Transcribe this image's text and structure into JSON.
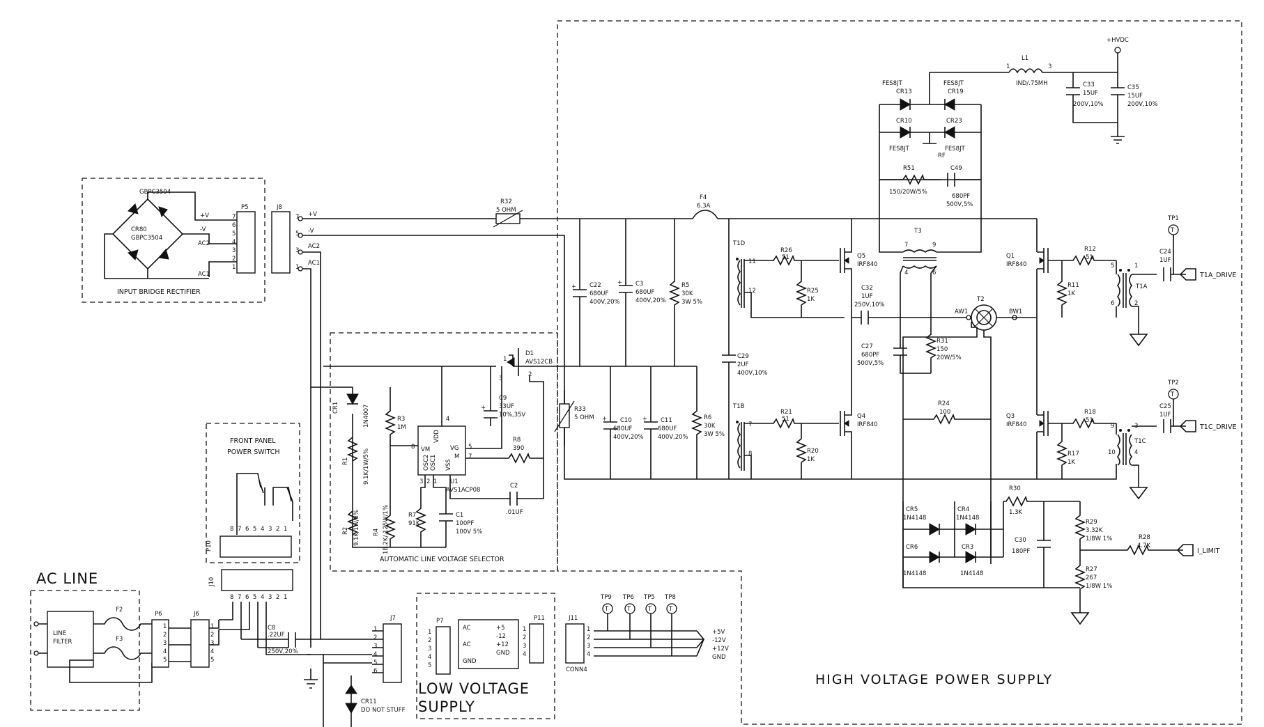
{
  "blocks": {
    "input_bridge": "INPUT BRIDGE RECTIFIER",
    "front_panel_line1": "FRONT PANEL",
    "front_panel_line2": "POWER SWITCH",
    "auto_selector": "AUTOMATIC LINE VOLTAGE SELECTOR",
    "ac_line": "AC LINE",
    "low_voltage_line1": "LOW VOLTAGE",
    "low_voltage_line2": "SUPPLY",
    "hv_supply": "HIGH VOLTAGE POWER SUPPLY"
  },
  "bridge": {
    "part_top": "GBPC3504",
    "ref": "CR80",
    "part_mid": "GBPC3504"
  },
  "p5": {
    "ref": "P5",
    "pins": [
      "7",
      "6",
      "5",
      "4",
      "3",
      "2",
      "1"
    ],
    "labels": [
      "+V",
      "-V",
      "AC2",
      "AC1"
    ]
  },
  "j8": {
    "ref": "J8",
    "pins": [
      "7",
      "5",
      "3",
      "1"
    ],
    "labels": [
      "+V",
      "-V",
      "AC2",
      "AC1"
    ]
  },
  "r32": {
    "ref": "R32",
    "value": "5 OHM"
  },
  "f4": {
    "ref": "F4",
    "value": "6.3A"
  },
  "c22": {
    "ref": "C22",
    "v1": "680UF",
    "v2": "400V,20%"
  },
  "c3": {
    "ref": "C3",
    "v1": "680UF",
    "v2": "400V,20%"
  },
  "r5": {
    "ref": "R5",
    "v1": "30K",
    "v2": "3W 5%"
  },
  "c10": {
    "ref": "C10",
    "v1": "680UF",
    "v2": "400V,20%"
  },
  "c11": {
    "ref": "C11",
    "v1": "680UF",
    "v2": "400V,20%"
  },
  "r6": {
    "ref": "R6",
    "v1": "30K",
    "v2": "3W 5%"
  },
  "r33": {
    "ref": "R33",
    "value": "5 OHM"
  },
  "d1": {
    "ref": "D1",
    "part": "AVS12CB",
    "pin1": "1",
    "pin2": "2",
    "pin3": "3"
  },
  "cr1": {
    "ref": "CR1",
    "part": "1N4007"
  },
  "r1": {
    "ref": "R1",
    "value": "9.1K/1W/5%"
  },
  "r2": {
    "ref": "R2",
    "value": "9.1K/1W/5%"
  },
  "r3": {
    "ref": "R3",
    "value": "1M"
  },
  "r4": {
    "ref": "R4",
    "value": "18.2K/.125W/1%"
  },
  "u1": {
    "ref": "U1",
    "part": "AVS1ACP08",
    "vdd": "VDD",
    "vm": "VM",
    "vg": "VG",
    "m": "M",
    "osc2": "OSC2",
    "osc1": "OSC1",
    "vss": "VSS",
    "p8": "8",
    "p4": "4",
    "p5": "5",
    "p7": "7",
    "p3": "3",
    "p2": "2",
    "p1": "1"
  },
  "c9": {
    "ref": "C9",
    "v1": "33UF",
    "v2": "10%,35V"
  },
  "r8": {
    "ref": "R8",
    "value": "390"
  },
  "c2": {
    "ref": "C2",
    "value": ".01UF"
  },
  "r7": {
    "ref": "R7",
    "value": "91K"
  },
  "c1": {
    "ref": "C1",
    "v1": "100PF",
    "v2": "100V 5%"
  },
  "c29": {
    "ref": "C29",
    "v1": "2UF",
    "v2": "400V,10%"
  },
  "t1d": {
    "ref": "T1D",
    "p11": "11",
    "p12": "12"
  },
  "t1b": {
    "ref": "T1B",
    "p7": "7",
    "p8": "8"
  },
  "r26": {
    "ref": "R26",
    "value": "51"
  },
  "r25": {
    "ref": "R25",
    "value": "1K"
  },
  "r21": {
    "ref": "R21",
    "value": "51"
  },
  "r20": {
    "ref": "R20",
    "value": "1K"
  },
  "q5": {
    "ref": "Q5",
    "part": "IRF840"
  },
  "q4": {
    "ref": "Q4",
    "part": "IRF840"
  },
  "c32": {
    "ref": "C32",
    "v1": "1UF",
    "v2": "250V,10%"
  },
  "c27": {
    "ref": "C27",
    "v1": "680PF",
    "v2": "500V,5%"
  },
  "r31": {
    "ref": "R31",
    "v1": "150",
    "v2": "20W/5%"
  },
  "t3": {
    "ref": "T3",
    "p7": "7",
    "p9": "9",
    "p4": "4",
    "p6": "6"
  },
  "t2": {
    "ref": "T2",
    "aw1": "AW1",
    "bw1": "BW1"
  },
  "r24": {
    "ref": "R24",
    "value": "100"
  },
  "cr13": {
    "part": "FES8JT",
    "ref": "CR13"
  },
  "cr19": {
    "part": "FES8JT",
    "ref": "CR19"
  },
  "cr10": {
    "ref": "CR10",
    "part": "FES8JT"
  },
  "cr23": {
    "ref": "CR23",
    "part": "FES8JT"
  },
  "rf": "RF",
  "r51": {
    "ref": "R51",
    "value": "150/20W/5%"
  },
  "c49": {
    "ref": "C49",
    "v1": "680PF",
    "v2": "500V,5%"
  },
  "l1": {
    "ref": "L1",
    "value": "IND/.75MH",
    "p1": "1",
    "p3": "3"
  },
  "c33": {
    "ref": "C33",
    "v1": "15UF",
    "v2": "200V,10%"
  },
  "c35": {
    "ref": "C35",
    "v1": "15UF",
    "v2": "200V,10%"
  },
  "hvdc": "+HVDC",
  "q1": {
    "ref": "Q1",
    "part": "IRF840"
  },
  "q3": {
    "ref": "Q3",
    "part": "IRF840"
  },
  "r12": {
    "ref": "R12",
    "value": "51"
  },
  "r11": {
    "ref": "R11",
    "value": "1K"
  },
  "r18": {
    "ref": "R18",
    "value": "51"
  },
  "r17": {
    "ref": "R17",
    "value": "1K"
  },
  "t1a": {
    "ref": "T1A",
    "p5": "5",
    "p1": "1",
    "p6": "6",
    "p2": "2"
  },
  "t1c": {
    "ref": "T1C",
    "p9": "9",
    "p3": "3",
    "p10": "10",
    "p4": "4"
  },
  "c24": {
    "ref": "C24",
    "value": "1UF"
  },
  "c25": {
    "ref": "C25",
    "value": "1UF"
  },
  "tp1": "TP1",
  "tp2": "TP2",
  "t1a_drive": "T1A_DRIVE",
  "t1c_drive": "T1C_DRIVE",
  "cr5": {
    "ref": "CR5",
    "part": "1N4148"
  },
  "cr4": {
    "ref": "CR4",
    "part": "1N4148"
  },
  "cr6": {
    "ref": "CR6",
    "part": "1N4148"
  },
  "cr3": {
    "ref": "CR3",
    "part": "1N4148"
  },
  "r30": {
    "ref": "R30",
    "value": "1.3K"
  },
  "c30": {
    "ref": "C30",
    "value": "180PF"
  },
  "r29": {
    "ref": "R29",
    "v1": "3.32K",
    "v2": "1/8W 1%"
  },
  "r27": {
    "ref": "R27",
    "v1": "267",
    "v2": "1/8W 1%"
  },
  "r28": {
    "ref": "R28",
    "value": "4.7K"
  },
  "i_limit": "I_LIMIT",
  "p10": {
    "ref": "P10",
    "pins": [
      "8",
      "7",
      "6",
      "5",
      "4",
      "3",
      "2",
      "1"
    ]
  },
  "j10": {
    "ref": "J10",
    "pins": [
      "8",
      "7",
      "6",
      "5",
      "4",
      "3",
      "2",
      "1"
    ]
  },
  "line_filter_l1": "LINE",
  "line_filter_l2": "FILTER",
  "f2": "F2",
  "f3": "F3",
  "p6": {
    "ref": "P6",
    "pins": [
      "1",
      "2",
      "3",
      "4",
      "5"
    ]
  },
  "j6": {
    "ref": "J6"
  },
  "c8": {
    "ref": "C8",
    "v1": ".22UF",
    "v2": "250V,20%"
  },
  "j7": {
    "ref": "J7",
    "pins": [
      "1",
      "2",
      "3",
      "4",
      "5",
      "6"
    ]
  },
  "cr11": {
    "ref": "CR11",
    "note": "DO NOT STUFF"
  },
  "p7": {
    "ref": "P7",
    "pins": [
      "1",
      "2",
      "3",
      "4",
      "5"
    ]
  },
  "lv_in": [
    "AC",
    "AC",
    "GND"
  ],
  "lv_out": [
    "+5",
    "-12",
    "+12",
    "GND"
  ],
  "p11": {
    "ref": "P11",
    "pins": [
      "1",
      "2",
      "3",
      "4"
    ]
  },
  "j11": {
    "ref": "J11",
    "name": "CONN4",
    "pins": [
      "1",
      "2",
      "3",
      "4"
    ]
  },
  "tps": [
    "TP9",
    "TP6",
    "TP5",
    "TP8"
  ],
  "outs": [
    "+5V",
    "-12V",
    "+12V",
    "GND"
  ]
}
